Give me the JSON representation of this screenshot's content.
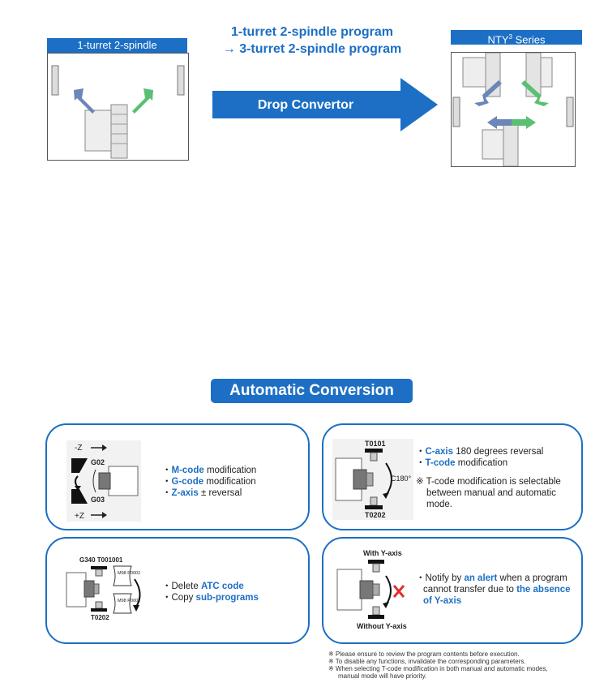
{
  "top": {
    "left_label": "1-turret 2-spindle",
    "right_label_prefix": "NTY",
    "right_label_sup": "3",
    "right_label_suffix": " Series",
    "headline_line1": "1-turret  2-spindle program",
    "headline_line2": "→ 3-turret 2-spindle program",
    "arrow_label": "Drop Convertor",
    "colors": {
      "accent": "#1c6fc4",
      "blue_arrow": "#6b86b8",
      "green_arrow": "#5bbf73"
    }
  },
  "section": {
    "title": "Automatic Conversion"
  },
  "cards": {
    "mgz": {
      "labels": {
        "minus_z": "-Z",
        "plus_z": "+Z",
        "g02": "G02",
        "g03": "G03"
      },
      "lines": [
        {
          "pre": "・",
          "hl": "M-code",
          "post": " modification"
        },
        {
          "pre": "・",
          "hl": "G-code",
          "post": " modification"
        },
        {
          "pre": "・",
          "hl": "Z-axis",
          "post": " ± reversal"
        }
      ]
    },
    "caxis": {
      "labels": {
        "t0101": "T0101",
        "t0202": "T0202",
        "c180": "C180°"
      },
      "lines": [
        {
          "pre": "・",
          "hl": "C-axis",
          "post": " 180 degrees reversal"
        },
        {
          "pre": "・",
          "hl": "T-code",
          "post": " modification"
        }
      ],
      "note_line1": "※ T-code modification is selectable",
      "note_line2": "between manual and automatic",
      "note_line3": "mode."
    },
    "atc": {
      "labels": {
        "g340": "G340 T001001",
        "t0202": "T0202",
        "m98_1": "M98 P0002",
        "m98_2": "M98 P0002"
      },
      "line1_pre": "・Delete ",
      "line1_hl": "ATC code",
      "line2_pre": "・Copy ",
      "line2_hl": "sub-programs"
    },
    "yaxis": {
      "labels": {
        "with_y": "With Y-axis",
        "without_y": "Without Y-axis"
      },
      "text_pre": "・Notify by ",
      "text_hl1": "an alert",
      "text_mid1": " when a program",
      "text_mid2": "cannot transfer due to ",
      "text_hl2": "the absence",
      "text_hl3": "of Y-axis"
    }
  },
  "notes": [
    "※  Please ensure to review the program contents before execution.",
    "※  To disable any functions, invalidate the corresponding parameters.",
    "※  When selecting T-code modification in both manual and automatic modes,",
    "manual mode will have priority."
  ]
}
